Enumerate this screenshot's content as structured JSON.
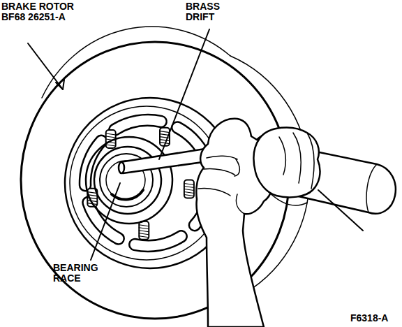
{
  "diagram": {
    "labels": [
      "BRAKE ROTOR BF68 26251-A",
      "BRASS DRIFT",
      "BEARING RACE",
      "F6318-A"
    ]
  }
}
